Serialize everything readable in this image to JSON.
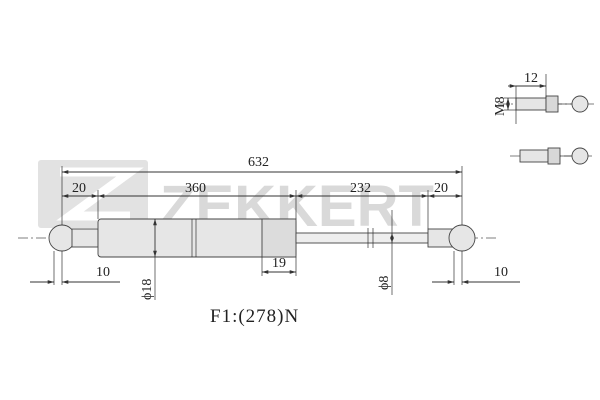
{
  "watermark": {
    "brand": "ZEKKERT"
  },
  "dimensions": {
    "overall_length": "632",
    "left_end": "20",
    "body_length": "360",
    "stroke": "232",
    "right_end": "20",
    "left_offset": "10",
    "right_offset": "10",
    "body_diameter": "ϕ18",
    "rod_diameter": "ϕ8",
    "sleeve_length": "19"
  },
  "detail": {
    "thread_length": "12",
    "thread_size": "M8"
  },
  "caption": {
    "force": "F1:(278)N"
  },
  "colors": {
    "line": "#333333",
    "body_fill": "#e6e6e6",
    "watermark": "#d9d9d9"
  }
}
